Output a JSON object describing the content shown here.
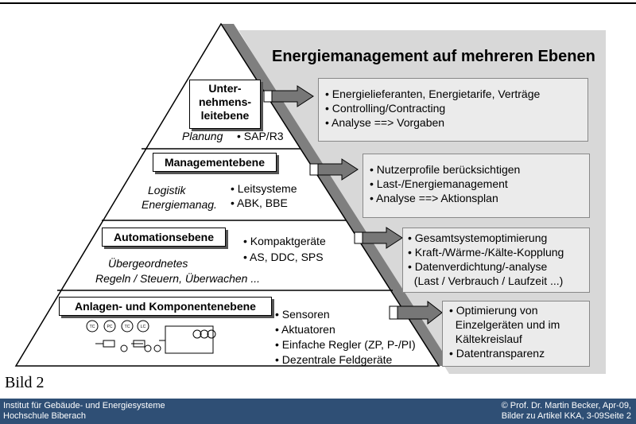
{
  "title": "Energiemanagement auf mehreren Ebenen",
  "levels": [
    {
      "name_lines": [
        "Unter-",
        "nehmens-",
        "leitebene"
      ],
      "left_text": [
        "Planung"
      ],
      "bullets": [
        "• SAP/R3"
      ],
      "box_items": [
        "• Energielieferanten, Energietarife, Verträge",
        "• Controlling/Contracting",
        "• Analyse ==> Vorgaben"
      ]
    },
    {
      "name": "Managementebene",
      "left_text": [
        "Logistik",
        "Energiemanag."
      ],
      "bullets": [
        "• Leitsysteme",
        "• ABK, BBE"
      ],
      "box_items": [
        "• Nutzerprofile berücksichtigen",
        "• Last-/Energiemanagement",
        "• Analyse ==> Aktionsplan"
      ]
    },
    {
      "name": "Automationsebene",
      "left_text": [
        "Übergeordnetes",
        "Regeln / Steuern, Überwachen ..."
      ],
      "bullets": [
        "• Kompaktgeräte",
        "• AS, DDC, SPS"
      ],
      "box_items": [
        "• Gesamtsystemoptimierung",
        "• Kraft-/Wärme-/Kälte-Kopplung",
        "• Datenverdichtung/-analyse",
        "  (Last / Verbrauch / Laufzeit ...)"
      ]
    },
    {
      "name": "Anlagen- und Komponentenebene",
      "bullets": [
        "• Sensoren",
        "• Aktuatoren",
        "• Einfache Regler (ZP, P-/PI)",
        "• Dezentrale Feldgeräte"
      ],
      "box_items": [
        "• Optimierung von",
        "  Einzelgeräten und im",
        "  Kältekreislauf",
        "• Datentransparenz"
      ],
      "symbol_labels": [
        "TC",
        "PC",
        "TC",
        "LC"
      ]
    }
  ],
  "caption": "Bild 2",
  "footer": {
    "left": [
      "Institut für Gebäude- und Energiesysteme",
      "Hochschule Biberach"
    ],
    "right": [
      "© Prof. Dr. Martin Becker, Apr-09,",
      "Bilder zu Artikel KKA, 3-09Seite 2"
    ]
  }
}
